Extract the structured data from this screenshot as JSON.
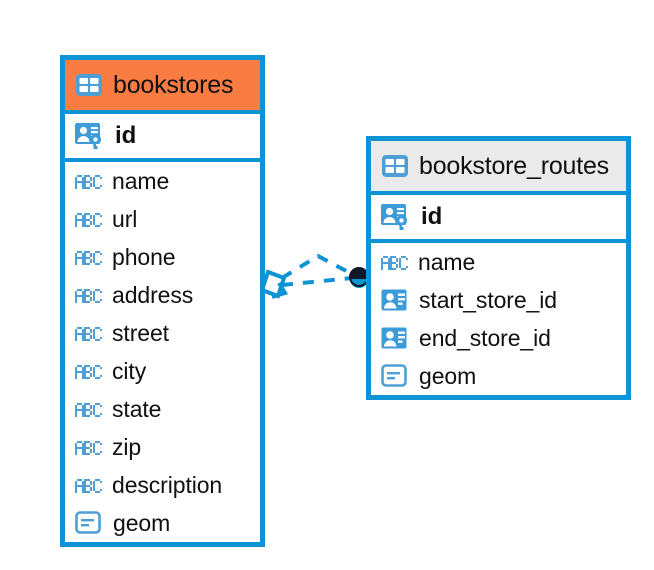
{
  "diagram": {
    "type": "entity-relationship-diagram",
    "background": "#ffffff",
    "accent_color": "#0e94d4",
    "highlight_color": "#f97c42",
    "header_grey": "#eaeaea"
  },
  "entities": [
    {
      "name": "bookstores",
      "header_style": "orange",
      "table_icon": "table-icon",
      "primary_key": {
        "label": "id",
        "icon": "primary-key-icon"
      },
      "fields": [
        {
          "label": "name",
          "icon": "abc-text-icon"
        },
        {
          "label": "url",
          "icon": "abc-text-icon"
        },
        {
          "label": "phone",
          "icon": "abc-text-icon"
        },
        {
          "label": "address",
          "icon": "abc-text-icon"
        },
        {
          "label": "street",
          "icon": "abc-text-icon"
        },
        {
          "label": "city",
          "icon": "abc-text-icon"
        },
        {
          "label": "state",
          "icon": "abc-text-icon"
        },
        {
          "label": "zip",
          "icon": "abc-text-icon"
        },
        {
          "label": "description",
          "icon": "abc-text-icon"
        },
        {
          "label": "geom",
          "icon": "geometry-icon"
        }
      ]
    },
    {
      "name": "bookstore_routes",
      "header_style": "grey",
      "table_icon": "table-icon",
      "primary_key": {
        "label": "id",
        "icon": "primary-key-icon"
      },
      "fields": [
        {
          "label": "name",
          "icon": "abc-text-icon"
        },
        {
          "label": "start_store_id",
          "icon": "foreign-key-icon"
        },
        {
          "label": "end_store_id",
          "icon": "foreign-key-icon"
        },
        {
          "label": "geom",
          "icon": "geometry-icon"
        }
      ]
    }
  ],
  "relationship": {
    "from_entity": "bookstores",
    "to_entity": "bookstore_routes",
    "line_style": "dashed",
    "line_color": "#0e94d4",
    "source_marker": "zero-or-one-diamond-marker",
    "target_marker": "filled-dot-marker",
    "target_marker_color": "#111827"
  }
}
